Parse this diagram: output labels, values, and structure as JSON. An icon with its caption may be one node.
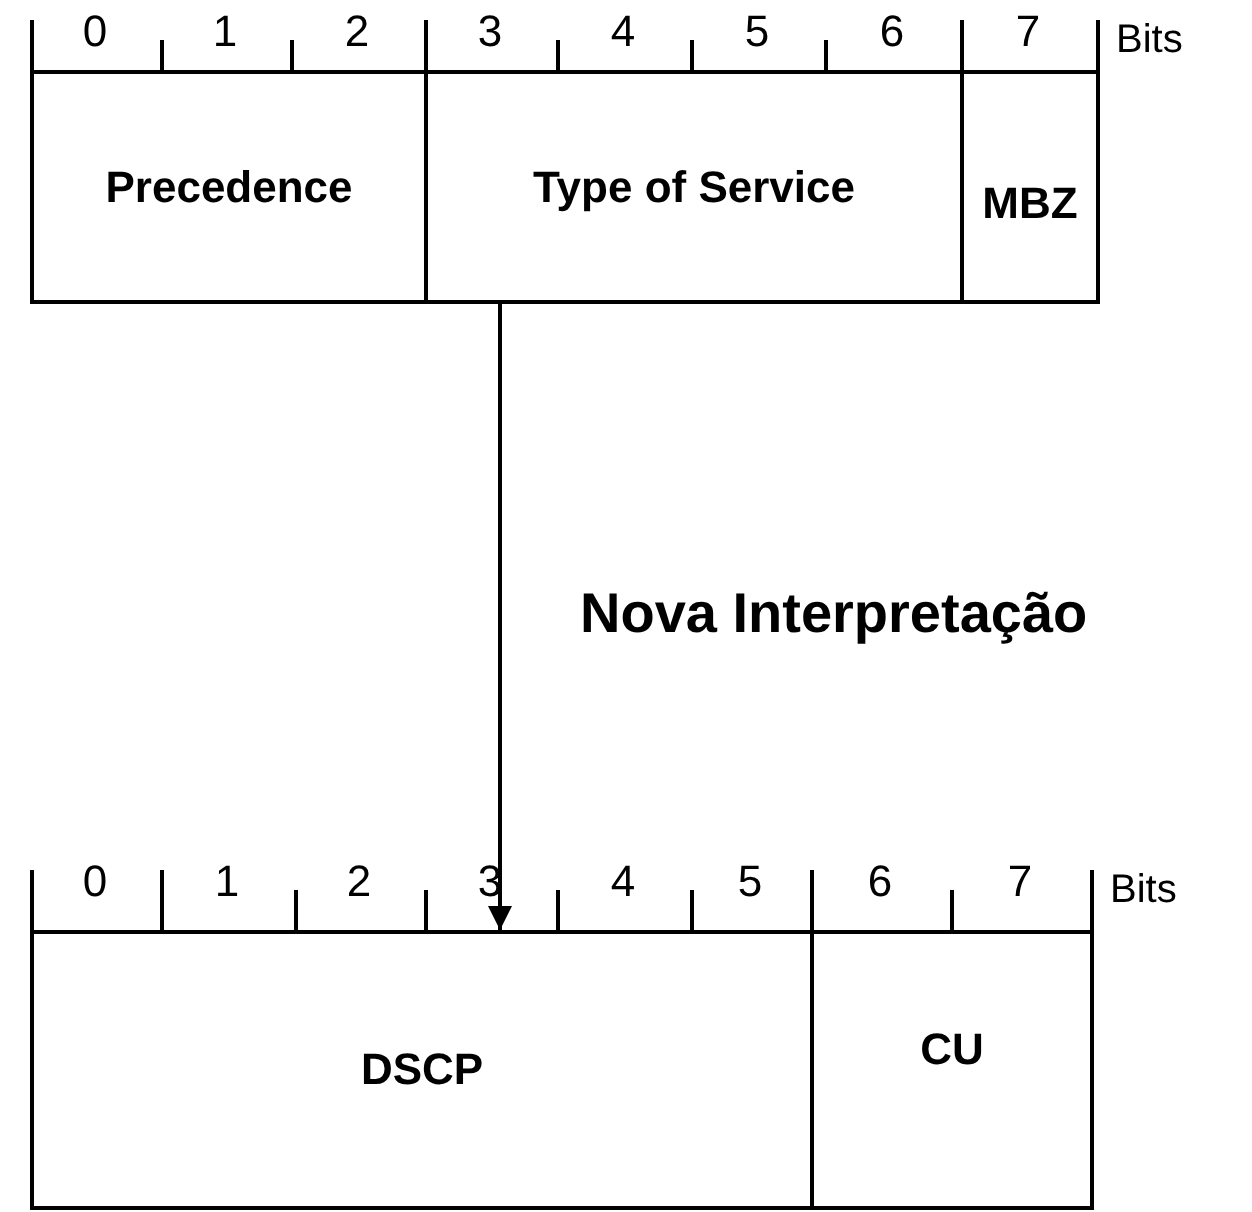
{
  "diagram": {
    "nodes": [
      {
        "text": [
          "Precedence"
        ]
      },
      {
        "text": [
          "Type of Service"
        ]
      },
      {
        "text": [
          "MBZ"
        ]
      },
      {
        "text": [
          "DSCP"
        ]
      },
      {
        "text": [
          "CU"
        ]
      }
    ],
    "edges": [
      {
        "from": 1,
        "to": 3,
        "arrow": "to",
        "label": "Nova Interpretação"
      }
    ],
    "labels": [
      "0",
      "1",
      "2",
      "3",
      "4",
      "5",
      "6",
      "7",
      "Bits",
      "0",
      "1",
      "2",
      "3",
      "4",
      "5",
      "6",
      "7",
      "Bits"
    ]
  }
}
